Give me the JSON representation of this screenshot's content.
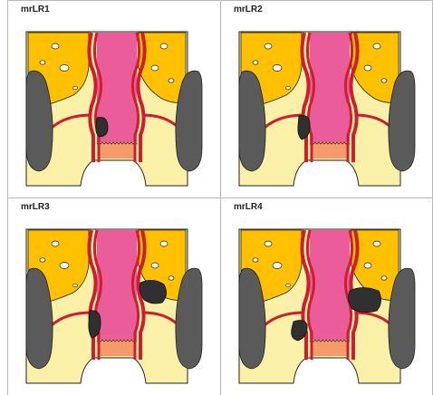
{
  "panels": [
    {
      "label": "mrLR1",
      "tumor": "mrLR1"
    },
    {
      "label": "mrLR2",
      "tumor": "mrLR2"
    },
    {
      "label": "mrLR3",
      "tumor": "mrLR3"
    },
    {
      "label": "mrLR4",
      "tumor": "mrLR4"
    }
  ],
  "colors": {
    "fat": "#ffc000",
    "pelvic_wall": "#fbf0a8",
    "rectum": "#ea5c9a",
    "anal_canal": "#f59a6a",
    "muscle_wall": "#cc1f2e",
    "levator": "#5a5a5a",
    "tumor": "#303030",
    "outline": "#222222"
  }
}
